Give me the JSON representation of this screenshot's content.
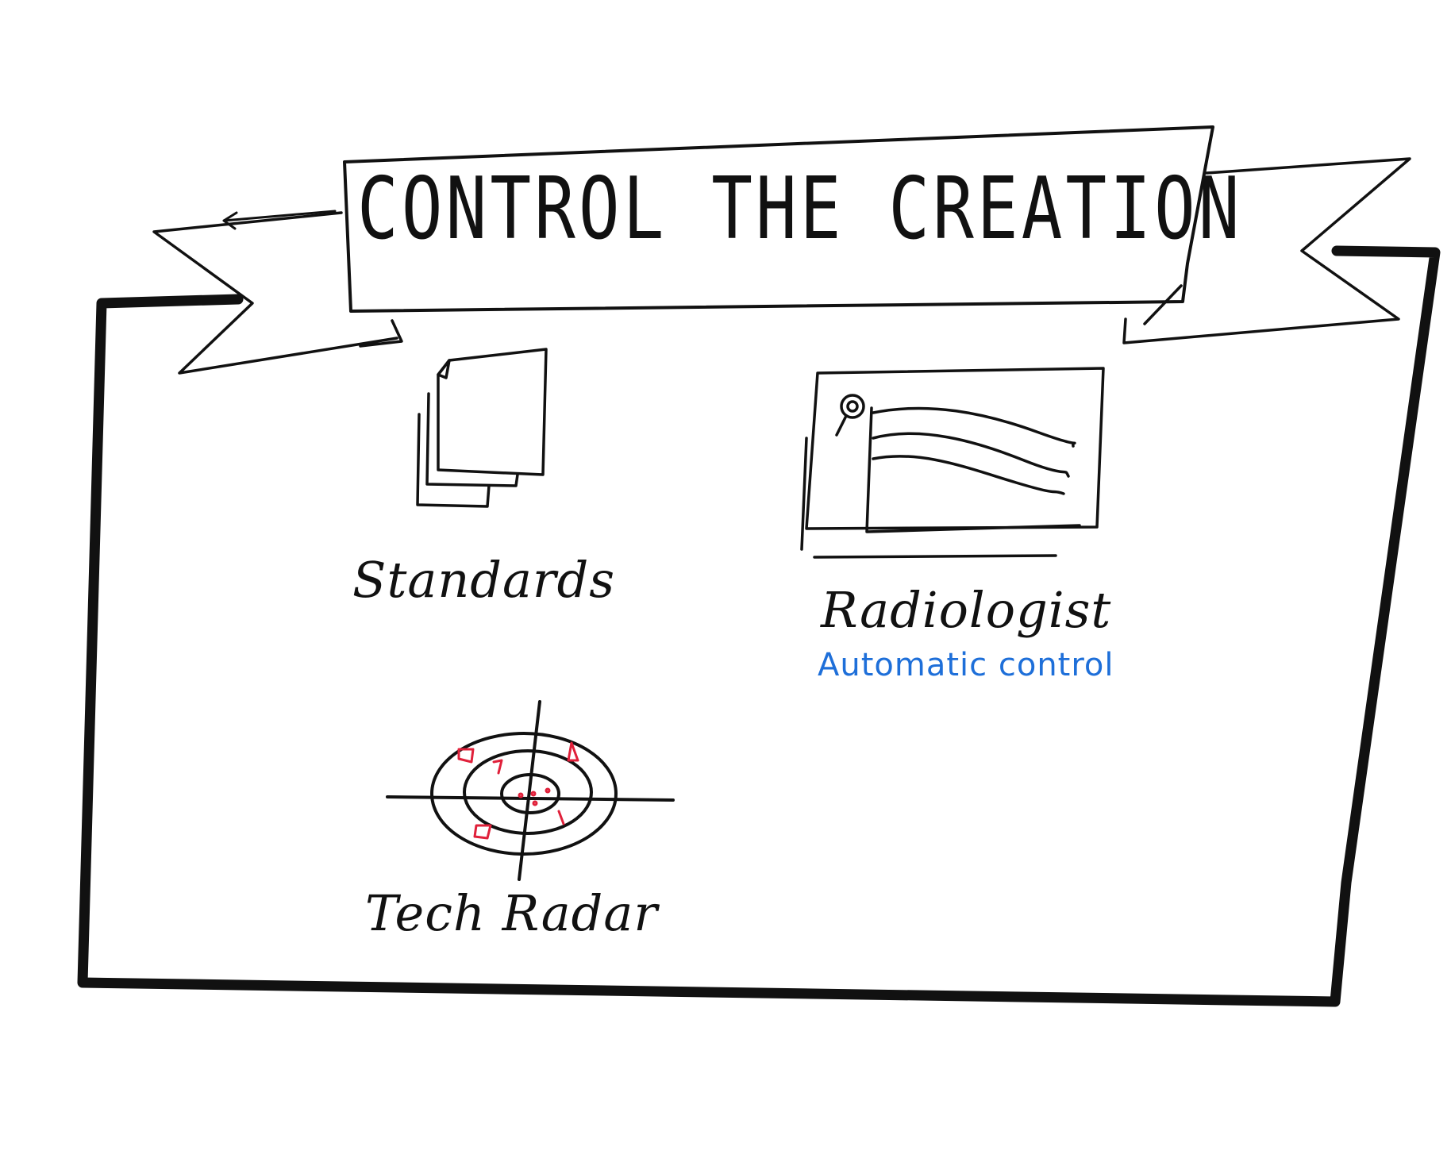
{
  "banner": {
    "title": "CONTROL THE CREATION"
  },
  "items": [
    {
      "label": "Standards",
      "icon": "documents-stack-icon"
    },
    {
      "label": "Radiologist",
      "sublabel": "Automatic control",
      "icon": "radiology-monitor-icon"
    },
    {
      "label": "Tech Radar",
      "icon": "radar-icon"
    }
  ],
  "colors": {
    "ink": "#111111",
    "accent_blue": "#1e6fd9",
    "radar_marks": "#e0203a"
  }
}
